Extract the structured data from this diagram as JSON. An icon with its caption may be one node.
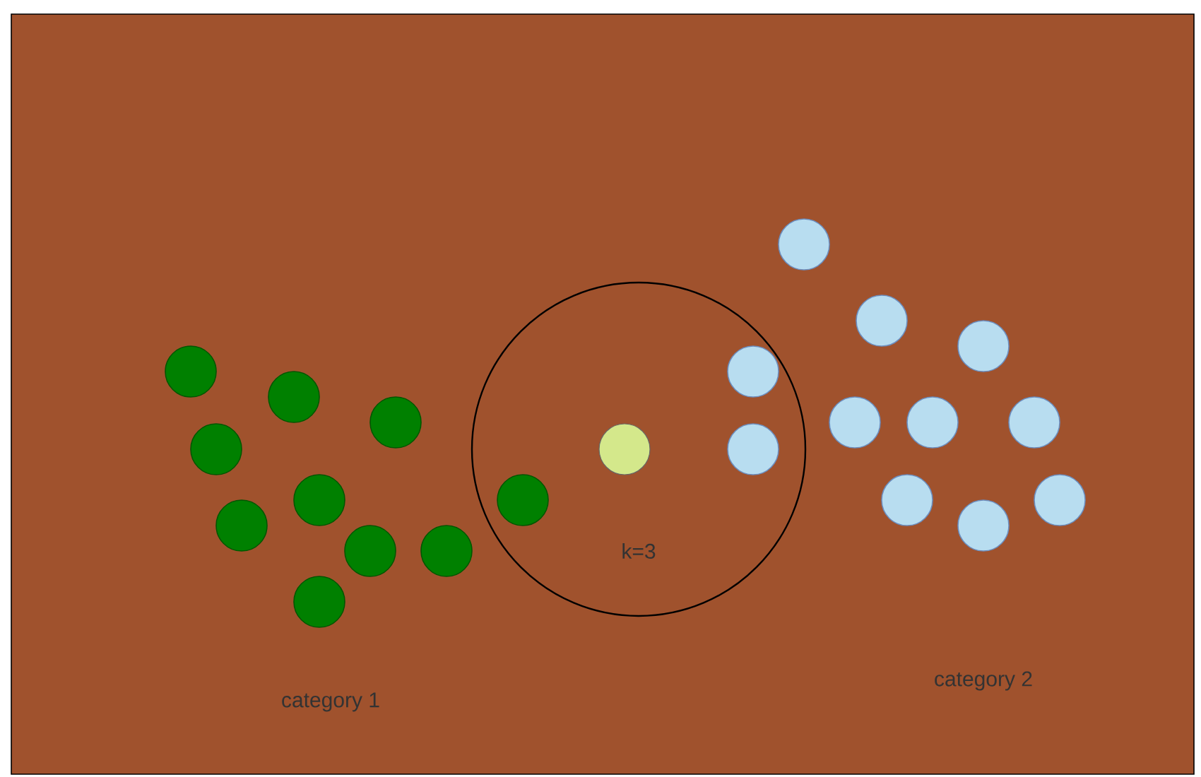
{
  "diagram": {
    "nodes": [
      {
        "text": [
          "k=3"
        ]
      }
    ],
    "labels": [
      "category 1",
      "category 2"
    ]
  }
}
